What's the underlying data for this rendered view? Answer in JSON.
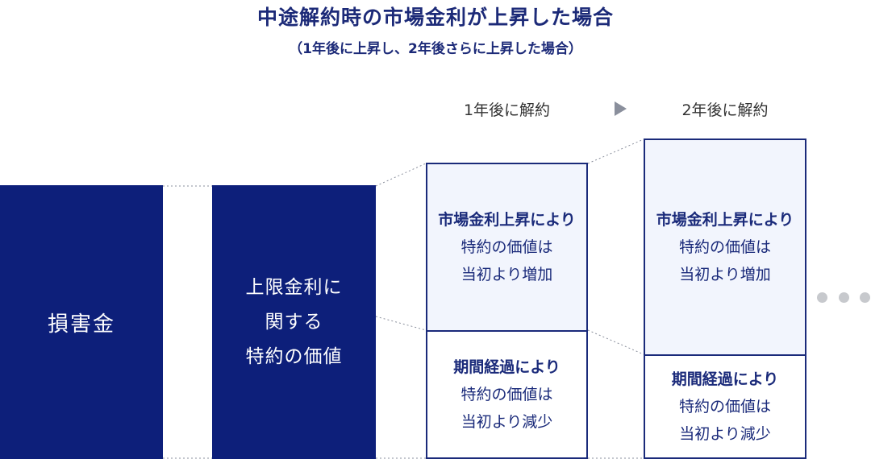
{
  "title": "中途解約時の市場金利が上昇した場合",
  "subtitle": "（1年後に上昇し、2年後さらに上昇した場合）",
  "columns": {
    "year1": "1年後に解約",
    "year2": "2年後に解約"
  },
  "blocks": {
    "damages": "損害金",
    "cap_value": [
      "上限金利に",
      "関する",
      "特約の価値"
    ]
  },
  "year1": {
    "increase": [
      "市場金利上昇により",
      "特約の価値は",
      "当初より増加"
    ],
    "decrease": [
      "期間経過により",
      "特約の価値は",
      "当初より減少"
    ]
  },
  "year2": {
    "increase": [
      "市場金利上昇により",
      "特約の価値は",
      "当初より増加"
    ],
    "decrease": [
      "期間経過により",
      "特約の価値は",
      "当初より減少"
    ]
  },
  "colors": {
    "navy": "#0d1f7a",
    "light_fill": "#f2f5fd",
    "arrow_gray": "#8a8f9c",
    "dot_gray": "#c7c9cd"
  },
  "icons": {
    "arrow": "right-triangle-arrow",
    "continuation": "ellipsis-dots"
  }
}
